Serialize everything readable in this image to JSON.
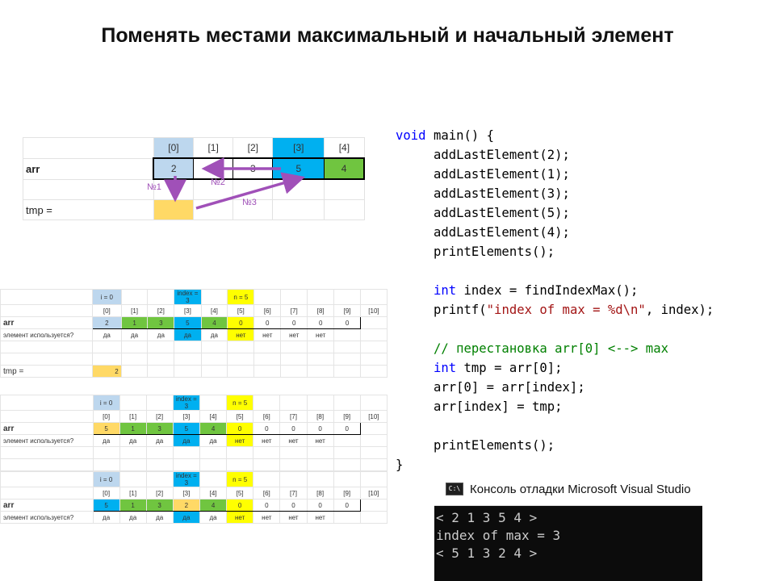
{
  "title": "Поменять местами максимальный и начальный элемент",
  "top_grid": {
    "headers": [
      "[0]",
      "[1]",
      "[2]",
      "[3]",
      "[4]"
    ],
    "arr_label": "arr",
    "arr_values": [
      "2",
      "1",
      "3",
      "5",
      "4"
    ],
    "tmp_label": "tmp =",
    "step1": "№1",
    "step2": "№2",
    "step3": "№3"
  },
  "code": {
    "l1a": "void",
    "l1b": " main() {",
    "l2": "     addLastElement(2);",
    "l3": "     addLastElement(1);",
    "l4": "     addLastElement(3);",
    "l5": "     addLastElement(5);",
    "l6": "     addLastElement(4);",
    "l7": "     printElements();",
    "l9a": "     ",
    "l9b": "int",
    "l9c": " index = findIndexMax();",
    "l10a": "     printf(",
    "l10b": "\"index of max = %d\\n\"",
    "l10c": ", index);",
    "l12": "     // перестановка arr[0] <--> max",
    "l13a": "     ",
    "l13b": "int",
    "l13c": " tmp = arr[0];",
    "l14": "     arr[0] = arr[index];",
    "l15": "     arr[index] = tmp;",
    "l17": "     printElements();",
    "l18": "}"
  },
  "sheet1": {
    "i_label": "i = 0",
    "index_label": "index = 3",
    "n_label": "n = 5",
    "headers": [
      "[0]",
      "[1]",
      "[2]",
      "[3]",
      "[4]",
      "[5]",
      "[6]",
      "[7]",
      "[8]",
      "[9]",
      "[10]"
    ],
    "arr_label": "arr",
    "values": [
      "2",
      "1",
      "3",
      "5",
      "4",
      "0",
      "0",
      "0",
      "0",
      "0"
    ],
    "used_label": "элемент используется?",
    "used": [
      "да",
      "да",
      "да",
      "да",
      "да",
      "нет",
      "нет",
      "нет",
      "нет"
    ],
    "tmp_label": "tmp =",
    "tmp_value": "2"
  },
  "sheet2": {
    "i_label": "i = 0",
    "index_label": "index = 3",
    "n_label": "n = 5",
    "headers": [
      "[0]",
      "[1]",
      "[2]",
      "[3]",
      "[4]",
      "[5]",
      "[6]",
      "[7]",
      "[8]",
      "[9]",
      "[10]"
    ],
    "arr_label": "arr",
    "values": [
      "5",
      "1",
      "3",
      "5",
      "4",
      "0",
      "0",
      "0",
      "0",
      "0"
    ],
    "used_label": "элемент используется?",
    "used": [
      "да",
      "да",
      "да",
      "да",
      "да",
      "нет",
      "нет",
      "нет",
      "нет"
    ]
  },
  "sheet3": {
    "i_label": "i = 0",
    "index_label": "index = 3",
    "n_label": "n = 5",
    "headers": [
      "[0]",
      "[1]",
      "[2]",
      "[3]",
      "[4]",
      "[5]",
      "[6]",
      "[7]",
      "[8]",
      "[9]",
      "[10]"
    ],
    "arr_label": "arr",
    "values": [
      "5",
      "1",
      "3",
      "2",
      "4",
      "0",
      "0",
      "0",
      "0",
      "0"
    ],
    "used_label": "элемент используется?",
    "used": [
      "да",
      "да",
      "да",
      "да",
      "да",
      "нет",
      "нет",
      "нет",
      "нет"
    ]
  },
  "console": {
    "icon_text": "C:\\",
    "title": "Консоль отладки Microsoft Visual Studio",
    "line1": "< 2 1 3 5 4 >",
    "line2": "index of max = 3",
    "line3": "< 5 1 3 2 4 >"
  }
}
